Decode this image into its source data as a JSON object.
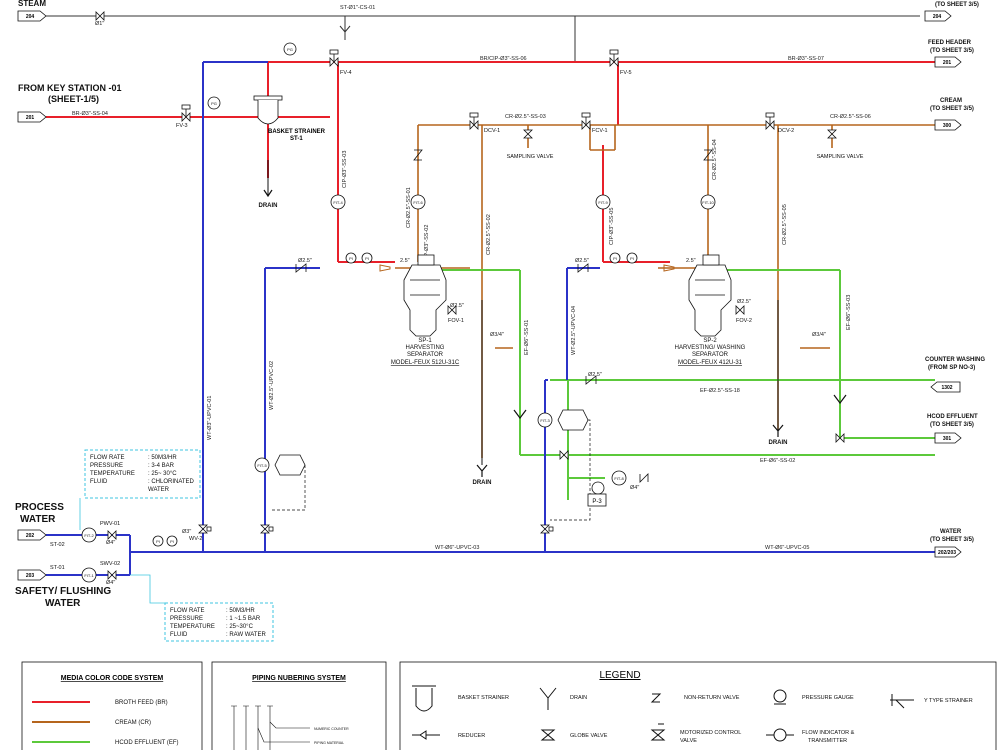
{
  "colors": {
    "broth": "#e8202a",
    "cream": "#b5651d",
    "effluent": "#5cc93b",
    "water": "#2b33c8",
    "steam": "#333333",
    "info_border": "#3fc6e0"
  },
  "streams": {
    "steam": {
      "title": "STEAM",
      "to": "(TO SHEET 3/5)",
      "id": "204",
      "from_id": "204"
    },
    "feed_header": {
      "title": "FEED HEADER",
      "to": "(TO SHEET 3/5)",
      "id": "201"
    },
    "key_station": {
      "title": "FROM KEY STATION -01",
      "sheet": "(SHEET-1/5)",
      "id": "201"
    },
    "cream": {
      "title": "CREAM",
      "to": "(TO SHEET 3/5)",
      "id": "300"
    },
    "counter_washing": {
      "title": "COUNTER WASHING",
      "from": "(FROM SP NO-3)",
      "id": "1302"
    },
    "hcod": {
      "title": "HCOD EFFLUENT",
      "to": "(TO SHEET 3/5)",
      "id": "301"
    },
    "water": {
      "title": "WATER",
      "to": "(TO SHEET 3/5)",
      "id": "202/203"
    },
    "process_water": {
      "title1": "PROCESS",
      "title2": "WATER",
      "id": "202"
    },
    "safety_water": {
      "title1": "SAFETY/ FLUSHING",
      "title2": "WATER",
      "id": "203"
    }
  },
  "line_labels": {
    "steam_line": "ST-Ø1\"-CS-01",
    "br_main": "BR/CIP-Ø3\"-SS-06",
    "br_right": "BR-Ø3\"-SS-07",
    "br_in": "BR-Ø3\"-SS-04",
    "cr_left": "CR-Ø2.5\"-SS-03",
    "cr_right": "CR-Ø2.5\"-SS-06",
    "cip_03": "CIP-Ø3\"-SS-03",
    "cr_01": "CR-Ø2.5\"-SS-01",
    "cip_02": "CIP-Ø3\"-SS-02",
    "cr_02": "CR-Ø2.5\"-SS-02",
    "cr_04": "CR-Ø2.5\"-SS-04",
    "cip_05": "CIP-Ø3\"-SS-05",
    "cr_05": "CR-Ø2.5\"-SS-05",
    "ef_01": "EF-Ø6\"-SS-01",
    "ef_03": "EF-Ø6\"-SS-03",
    "ef_18": "EF-Ø2.5\"-SS-18",
    "ef_02": "EF-Ø6\"-SS-02",
    "wt_01": "WT-Ø3\"-UPVC-01",
    "wt_02": "WT-Ø2.5\"-UPVC-02",
    "wt_04": "WT-Ø2.5\"-UPVC-04",
    "wt_03": "WT-Ø6\"-UPVC-03",
    "wt_05": "WT-Ø6\"-UPVC-05",
    "d_34": "Ø3/4\"",
    "d_1": "Ø1\"",
    "d_3": "Ø3\"",
    "d_25": "Ø2.5\"",
    "d_4": "Ø4\"",
    "d_25b": "2.5\""
  },
  "tags": {
    "fv3": "FV-3",
    "fv4": "FV-4",
    "fv5": "FV-5",
    "fv1": "FOV-1",
    "fv2": "FOV-2",
    "dcv1": "DCV-1",
    "dcv2": "DCV-2",
    "fcv1": "FCV-1",
    "pwv": "PWV-01",
    "swv": "SWV-02",
    "st01": "ST-01",
    "st02": "ST-02",
    "wv2": "WV-2",
    "p3": "P-3",
    "fit1": "FIT-1",
    "fit2": "FIT-2",
    "fit3": "FIT-3",
    "fit4": "FIT-4",
    "fit5": "FIT-5",
    "fit6": "FIT-6",
    "fit8": "FIT-8",
    "fit9": "FIT-9",
    "fit10": "FIT-10",
    "pg": "PG",
    "pi": "PI"
  },
  "equipment": {
    "basket": {
      "line1": "BASKET STRAINER",
      "line2": "ST-1"
    },
    "drain": "DRAIN",
    "sampling": "SAMPLING VALVE",
    "sp1": {
      "line1": "SP-1",
      "line2": "HARVESTING",
      "line3": "SEPARATOR",
      "line4": "MODEL-FEUX 512U-31C"
    },
    "sp2": {
      "line1": "SP-2",
      "line2": "HARVESTING/ WASHING",
      "line3": "SEPARATOR",
      "line4": "MODEL-FEUX 412U-31"
    }
  },
  "info_boxes": [
    {
      "rows": [
        [
          "FLOW RATE",
          ": 50M3/HR"
        ],
        [
          "PRESSURE",
          ": 3-4 BAR"
        ],
        [
          "TEMPERATURE",
          ": 25~ 30°C"
        ],
        [
          "FLUID",
          ": CHLORINATED"
        ],
        [
          "",
          "  WATER"
        ]
      ]
    },
    {
      "rows": [
        [
          "FLOW RATE",
          ": 50M3/HR"
        ],
        [
          "PRESSURE",
          ": 1 ~1.5 BAR"
        ],
        [
          "TEMPERATURE",
          ": 25~30°C"
        ],
        [
          "FLUID",
          ": RAW WATER"
        ]
      ]
    }
  ],
  "media_color": {
    "title": "MEDIA COLOR CODE SYSTEM",
    "items": [
      "BROTH FEED (BR)",
      "CREAM (CR)",
      "HCOD EFFLUENT (EF)"
    ]
  },
  "piping": {
    "title": "PIPING NUBERING  SYSTEM",
    "labels": [
      "NUMERIC COUNTER",
      "PIPING MATERIAL"
    ]
  },
  "legend": {
    "title": "LEGEND",
    "items": [
      "BASKET STRAINER",
      "DRAIN",
      "NON-RETURN VALVE",
      "PRESSURE GAUGE",
      "Y TYPE STRAINER",
      "REDUCER",
      "GLOBE VALVE",
      "MOTORIZED CONTROL",
      "VALVE",
      "FLOW INDICATOR &",
      "TRANSMITTER"
    ]
  }
}
